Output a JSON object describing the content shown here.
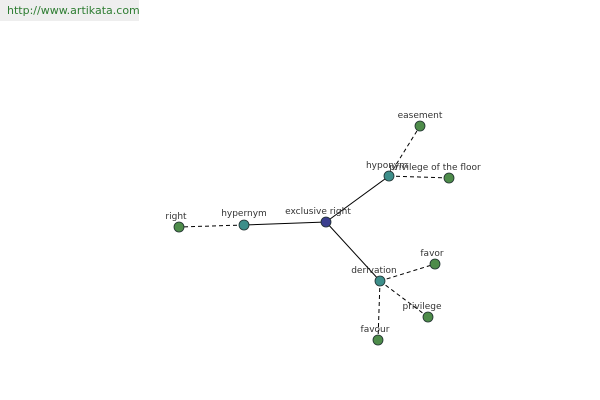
{
  "source_url": "http://www.artikata.com",
  "colors": {
    "center": "#3b3f8f",
    "relation": "#3d8e8a",
    "leaf": "#4e8c4a",
    "node_outline": "#1f2f2f",
    "edge": "#000000"
  },
  "graph": {
    "nodes": [
      {
        "id": "center",
        "label": "exclusive right",
        "kind": "center"
      },
      {
        "id": "hypernym",
        "label": "hypernym",
        "kind": "relation"
      },
      {
        "id": "hyponym",
        "label": "hyponym",
        "kind": "relation"
      },
      {
        "id": "derivation",
        "label": "derivation",
        "kind": "relation"
      },
      {
        "id": "right",
        "label": "right",
        "kind": "leaf"
      },
      {
        "id": "easement",
        "label": "easement",
        "kind": "leaf"
      },
      {
        "id": "privilege-of-the-floor",
        "label": "privilege of the floor",
        "kind": "leaf"
      },
      {
        "id": "favor",
        "label": "favor",
        "kind": "leaf"
      },
      {
        "id": "privilege",
        "label": "privilege",
        "kind": "leaf"
      },
      {
        "id": "favour",
        "label": "favour",
        "kind": "leaf"
      }
    ],
    "edges": [
      {
        "from": "center",
        "to": "hypernym",
        "style": "solid"
      },
      {
        "from": "center",
        "to": "hyponym",
        "style": "solid"
      },
      {
        "from": "center",
        "to": "derivation",
        "style": "solid"
      },
      {
        "from": "hypernym",
        "to": "right",
        "style": "dashed"
      },
      {
        "from": "hyponym",
        "to": "easement",
        "style": "dashed"
      },
      {
        "from": "hyponym",
        "to": "privilege-of-the-floor",
        "style": "dashed"
      },
      {
        "from": "derivation",
        "to": "favor",
        "style": "dashed"
      },
      {
        "from": "derivation",
        "to": "privilege",
        "style": "dashed"
      },
      {
        "from": "derivation",
        "to": "favour",
        "style": "dashed"
      }
    ]
  }
}
